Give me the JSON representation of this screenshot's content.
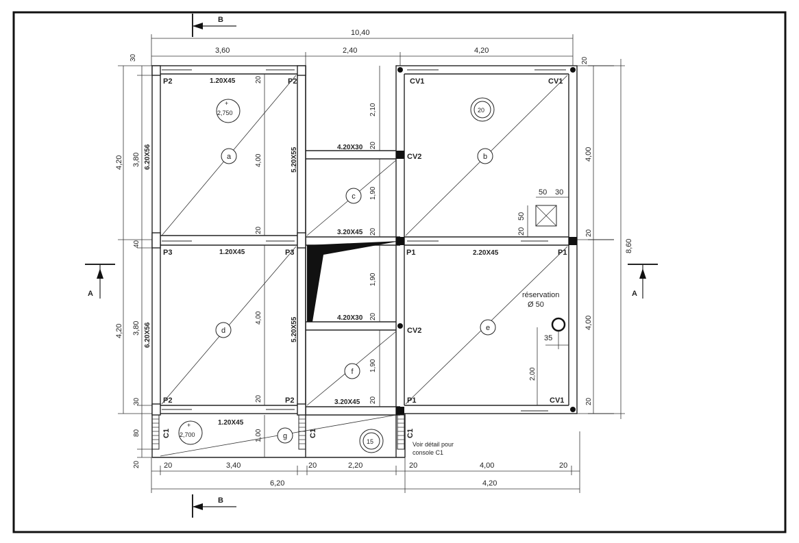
{
  "section_marks": {
    "a": "A",
    "b": "B"
  },
  "dims": {
    "total_top": "10,40",
    "top_1": "3,60",
    "top_2": "2,40",
    "top_3": "4,20",
    "top_edge_30": "30",
    "top_right_20": "20",
    "left_420_top": "4,20",
    "left_380_top": "3,80",
    "left_40": "40",
    "left_420_bot": "4,20",
    "left_380_bot": "3,80",
    "left_30": "30",
    "left_80": "80",
    "left_20": "20",
    "mid_210": "2,10",
    "mid_190_a": "1,90",
    "mid_190_b": "1,90",
    "mid_190_c": "1,90",
    "mid_20_a": "20",
    "mid_20_b": "20",
    "mid_20_c": "20",
    "mid_20_d": "20",
    "slab_400_a": "4,00",
    "slab_400_b": "4,00",
    "slab_100": "1,00",
    "w_20_a": "20",
    "w_20_b": "20",
    "w_20_c": "20",
    "right_400_a": "4,00",
    "right_400_b": "4,00",
    "right_20_a": "20",
    "right_20_b": "20",
    "total_right": "8,60",
    "bot_20_a": "20",
    "bot_340": "3,40",
    "bot_20_b": "20",
    "bot_220": "2,20",
    "bot_20_c": "20",
    "bot_400": "4,00",
    "bot_20_d": "20",
    "bot_620": "6,20",
    "bot_420": "4,20",
    "box_50": "50",
    "box_30": "30",
    "box_20": "20",
    "box_50v": "50",
    "res_35": "35",
    "res_200": "2,00"
  },
  "posts": {
    "p2_tl": "P2",
    "p2_tm": "P2",
    "p3_l": "P3",
    "p3_m": "P3",
    "p2_bl": "P2",
    "p2_bm": "P2",
    "p1_m": "P1",
    "p1_r": "P1",
    "p1_b": "P1",
    "cv1_tl": "CV1",
    "cv1_tr": "CV1",
    "cv2_a": "CV2",
    "cv2_b": "CV2",
    "cv1_br": "CV1",
    "c1_a": "C1",
    "c1_b": "C1",
    "c1_c": "C1"
  },
  "beams": {
    "b1_top": "1.20X45",
    "b1_mid": "1.20X45",
    "b1_bot": "1.20X45",
    "b2": "2.20X45",
    "b3_top": "3.20X45",
    "b3_bot": "3.20X45",
    "b4_top": "4.20X30",
    "b4_bot": "4.20X30",
    "b5_top": "5.20X55",
    "b5_bot": "5.20X55",
    "b6_top": "6.20X56",
    "b6_bot": "6.20X56"
  },
  "slabs": [
    "a",
    "b",
    "c",
    "d",
    "e",
    "f",
    "g"
  ],
  "levels": {
    "top": "2,750",
    "bottom": "2,700"
  },
  "thickness": {
    "t20": "20",
    "t15": "15"
  },
  "reservation": {
    "label": "réservation",
    "diam": "Ø 50"
  },
  "note": {
    "line1": "Voir détail pour",
    "line2": "console C1"
  }
}
